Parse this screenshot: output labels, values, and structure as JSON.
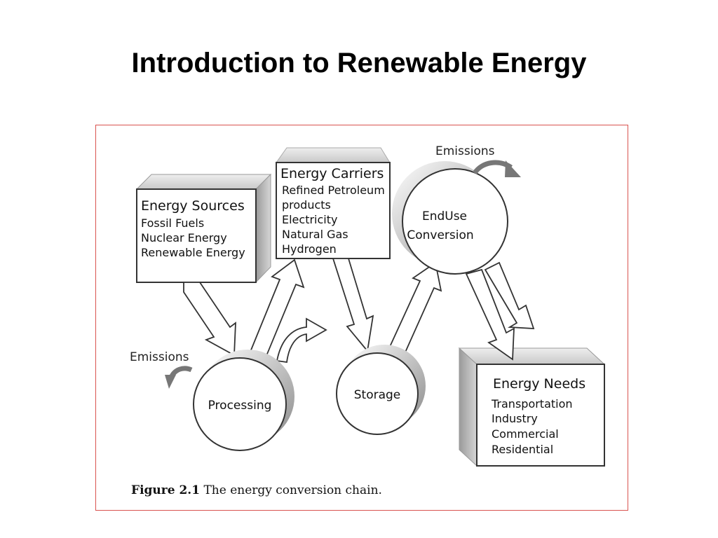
{
  "slide": {
    "title": "Introduction to Renewable Energy"
  },
  "diagram": {
    "energy_sources": {
      "title": "Energy Sources",
      "items": [
        "Fossil Fuels",
        "Nuclear Energy",
        "Renewable Energy"
      ]
    },
    "energy_carriers": {
      "title": "Energy Carriers",
      "items": [
        "Refined Petroleum",
        "products",
        "Electricity",
        "Natural Gas",
        "Hydrogen"
      ]
    },
    "end_use": {
      "line1": "EndUse",
      "line2": "Conversion"
    },
    "processing": {
      "label": "Processing"
    },
    "storage": {
      "label": "Storage"
    },
    "energy_needs": {
      "title": "Energy Needs",
      "items": [
        "Transportation",
        "Industry",
        "Commercial",
        "Residential"
      ]
    },
    "emissions_top": "Emissions",
    "emissions_left": "Emissions",
    "caption": {
      "number": "Figure 2.1",
      "text": " The energy conversion chain."
    }
  }
}
